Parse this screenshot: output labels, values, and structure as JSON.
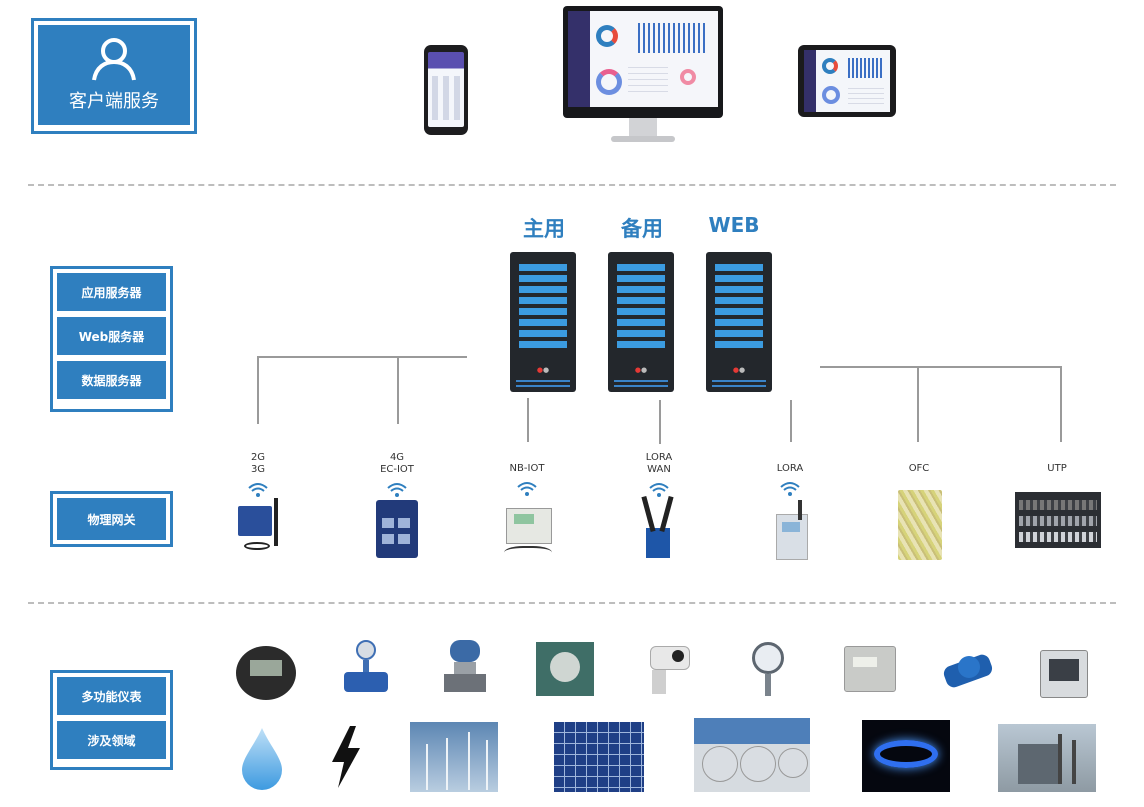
{
  "left_labels": {
    "client": "客户端服务",
    "servers": [
      "应用服务器",
      "Web服务器",
      "数据服务器"
    ],
    "gateway": "物理网关",
    "devices": [
      "多功能仪表",
      "涉及领域"
    ]
  },
  "servers": [
    "主用",
    "备用",
    "WEB"
  ],
  "gateways": [
    {
      "label_lines": [
        "2G",
        "3G"
      ]
    },
    {
      "label_lines": [
        "4G",
        "EC-IOT"
      ]
    },
    {
      "label_lines": [
        "NB-IOT"
      ]
    },
    {
      "label_lines": [
        "LORA",
        "WAN"
      ]
    },
    {
      "label_lines": [
        "LORA"
      ]
    },
    {
      "label_lines": [
        "OFC"
      ]
    },
    {
      "label_lines": [
        "UTP"
      ]
    }
  ],
  "colors": {
    "accent": "#2f7fbf",
    "server_body": "#23272c",
    "server_slot": "#3b9be0",
    "line": "#9a9a9a"
  },
  "icons": {
    "client": [
      "user-icon"
    ],
    "devices": [
      "smartphone-icon",
      "desktop-monitor-icon",
      "tablet-icon"
    ],
    "instruments": [
      "energy-meter-icon",
      "flow-meter-icon",
      "pressure-transmitter-icon",
      "valve-meter-icon",
      "camera-icon",
      "pressure-gauge-icon",
      "gas-meter-icon",
      "water-meter-icon",
      "power-analyzer-icon"
    ],
    "domains": [
      "water-drop-icon",
      "lightning-icon",
      "wind-turbine-image",
      "solar-panel-image",
      "gas-tank-image",
      "gas-flame-image",
      "substation-image"
    ]
  }
}
